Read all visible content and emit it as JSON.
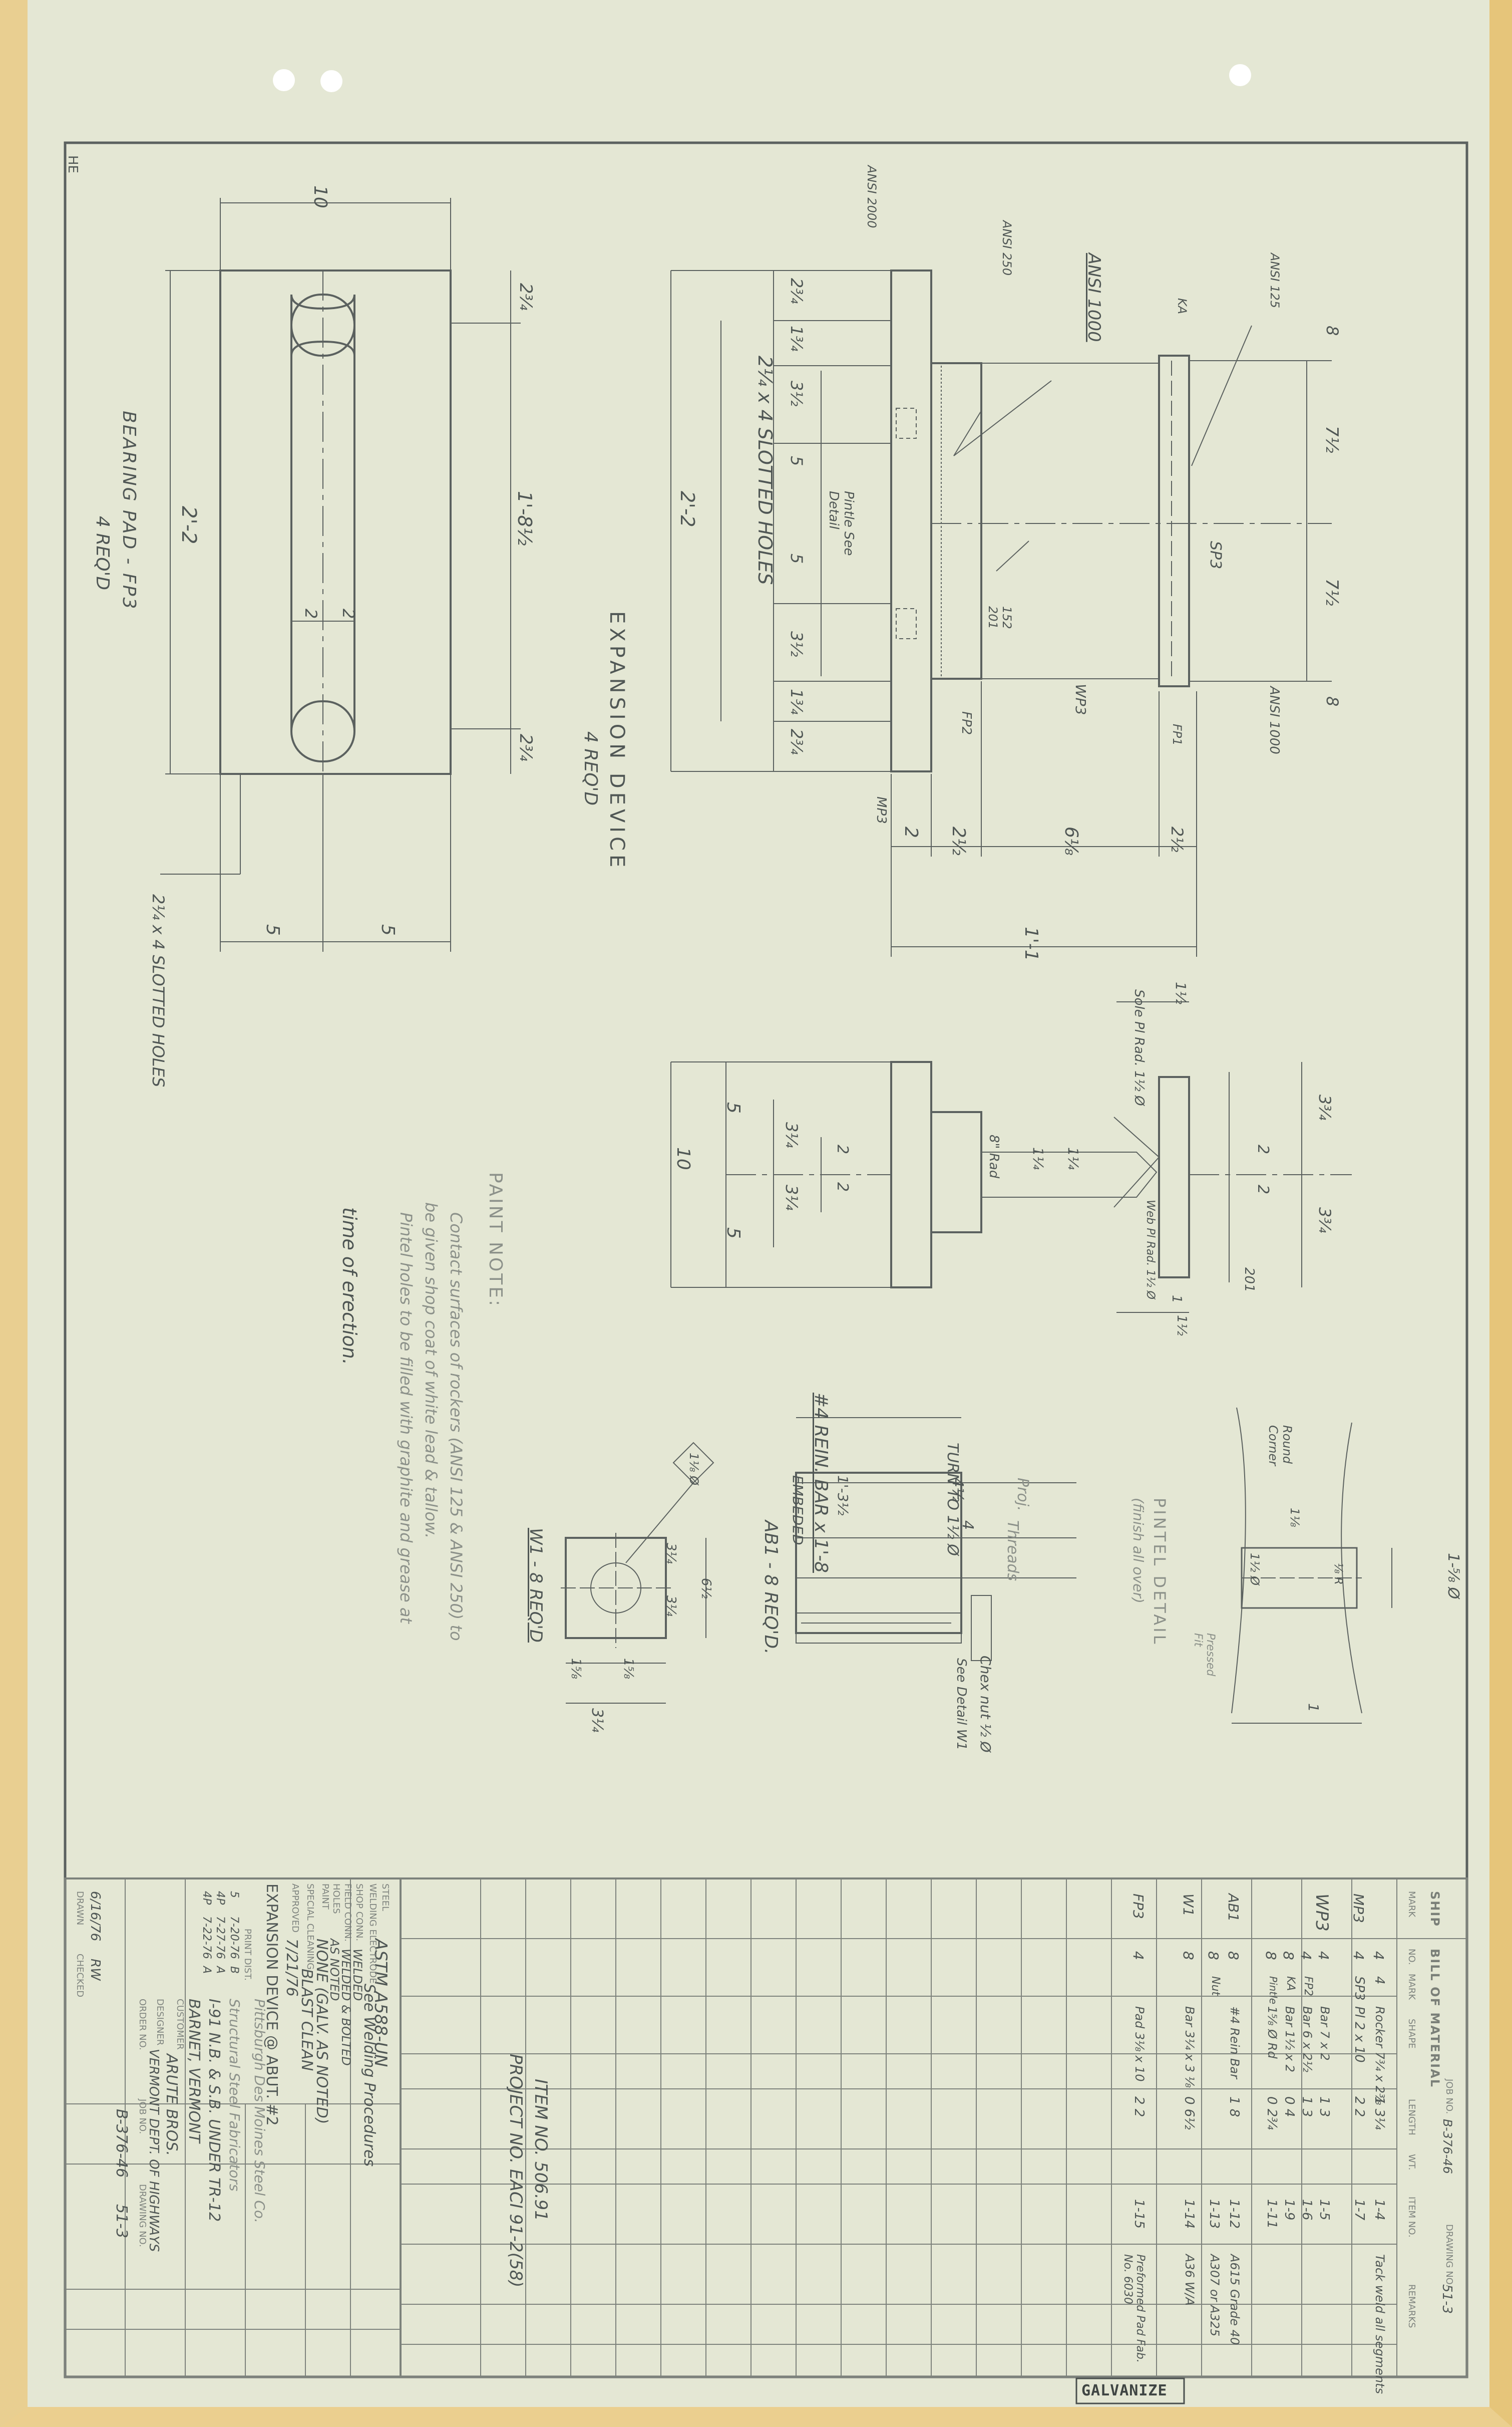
{
  "sheet": {
    "dwg_no": "51-3",
    "job_no": "B-376-46",
    "galvanize_stamp": "GALVANIZE",
    "corner_mark": "HE"
  },
  "bearing_pad": {
    "title": "BEARING PAD - FP3",
    "qty": "4 REQ'D",
    "dim_width": "10",
    "dim_length": "2'-2",
    "dim_inner": "1'-8½",
    "dim_end_top": "2¾",
    "dim_end_bottom": "2¾",
    "dim_slot_a": "2",
    "dim_slot_b": "2",
    "dim_half_a": "5",
    "dim_half_b": "5",
    "slot_note": "2¼ x 4 SLOTTED HOLES"
  },
  "expansion_device": {
    "title": "EXPANSION DEVICE",
    "qty": "4 REQ'D",
    "slot_note": "2¼ x 4 SLOTTED HOLES",
    "overall": "2'-2",
    "dims": [
      "2¾",
      "1¾",
      "3½",
      "5",
      "5",
      "3½",
      "1¾",
      "2¾"
    ],
    "pintle_note": "Pintle See Detail",
    "labels": {
      "ansi2000": "ANSI 2000",
      "ansi250": "ANSI 250",
      "ansi1000_a": "ANSI 1000",
      "ansi125": "ANSI 125",
      "ansi1000_b": "ANSI 1000",
      "ka": "KA",
      "fp1": "FP1",
      "fp2": "FP2",
      "wp3": "WP3",
      "mp3": "MP3",
      "sp3": "SP3",
      "weld": "152 201"
    },
    "right_dims": [
      "8",
      "7½",
      "7½",
      "8"
    ],
    "bottom_dims": [
      "2",
      "2½",
      "6⅛",
      "2½"
    ],
    "total": "1'-1"
  },
  "section_view": {
    "dims_left": [
      "5",
      "5"
    ],
    "overall": "10",
    "inner": [
      "3¼",
      "3¼"
    ],
    "center": [
      "2",
      "2"
    ],
    "pintle": [
      "1¼",
      "1¼"
    ],
    "radius": "8\" Rad",
    "sole_note": "Sole Pl Rad. 1½ Ø",
    "web_note": "Web Pl Rad. 1½ Ø",
    "top_dim": "1½",
    "right": [
      "3¾",
      "3¾"
    ],
    "right_inner": [
      "2",
      "2"
    ],
    "bot": [
      "1",
      "1½"
    ],
    "weld": "201"
  },
  "paint_note": {
    "title": "PAINT NOTE:",
    "lines": [
      "Contact surfaces of rockers (ANSI 125 & ANSI 250) to",
      "be given shop coat of white lead & tallow.",
      "Pintel holes to be filled with graphite and grease at",
      "time of erection."
    ]
  },
  "anchor_bolt": {
    "title": "#4 REIN. BAR x 1'-8",
    "turn": "TURN TO 1½ Ø",
    "embedded_label": "EMBEDED",
    "embedded": "1'-3½",
    "proj_val": "4½",
    "proj_label": "Proj.",
    "threads_val": "4",
    "threads_label": "Threads",
    "qty": "AB1 - 8 REQ'D.",
    "nut": "Chex nut ½ Ø",
    "see": "See Detail W1"
  },
  "washer": {
    "mark": "W1 - 8 REQ'D",
    "hole": "1⅛ Ø",
    "dims": [
      "3¼",
      "6½",
      "3¼",
      "1⅝",
      "1⅝",
      "3¼"
    ]
  },
  "pintel": {
    "title": "PINTEL DETAIL",
    "sub": "(finish all over)",
    "dia": "1-⅝ Ø",
    "round": "Round Corner",
    "r": "⅛ R",
    "d1": "1⅛",
    "d2": "1½ Ø",
    "fit": "Pressed Fit",
    "len": "1"
  },
  "bom": {
    "title": "BILL OF MATERIAL",
    "headers": [
      "SHIP",
      "MARK",
      "NO.",
      "MARK",
      "SHAPE",
      "LENGTH",
      "WT.",
      "ITEM NO.",
      "REMARKS"
    ],
    "rows": [
      {
        "mark": "",
        "no": "4",
        "sub": "4",
        "shape": "Rocker 7¾ x 2⅜",
        "length": "1 3¼",
        "item": "1-4",
        "remarks": "Tack weld all segments"
      },
      {
        "mark": "MP3",
        "no": "4",
        "sub": "SP3",
        "shape": "Pl 2 x 10",
        "length": "2 2",
        "item": "1-7",
        "remarks": ""
      },
      {
        "mark": "WP3",
        "no": "4",
        "sub": "",
        "shape": "Bar 7 x 2",
        "length": "1 3",
        "item": "1-5",
        "remarks": ""
      },
      {
        "mark": "",
        "no": "4",
        "sub": "FP2",
        "shape": "Bar 6 x 2½",
        "length": "1 3",
        "item": "1-6",
        "remarks": ""
      },
      {
        "mark": "",
        "no": "8",
        "sub": "KA",
        "shape": "Bar 1½ x 2",
        "length": "0 4",
        "item": "1-9",
        "remarks": ""
      },
      {
        "mark": "",
        "no": "8",
        "sub": "Pintle",
        "shape": "1⅝ Ø Rd",
        "length": "0 2¾",
        "item": "1-11",
        "remarks": ""
      },
      {
        "mark": "AB1",
        "no": "8",
        "sub": "",
        "shape": "#4 Rein Bar",
        "length": "1 8",
        "item": "1-12",
        "remarks": "A615 Grade 40"
      },
      {
        "mark": "",
        "no": "8",
        "sub": "Nut",
        "shape": "",
        "length": "",
        "item": "1-13",
        "remarks": "A307 or A325"
      },
      {
        "mark": "W1",
        "no": "8",
        "sub": "",
        "shape": "Bar 3¼ x 3 ⅛",
        "length": "0 6½",
        "item": "1-14",
        "remarks": "A36 W/A"
      },
      {
        "mark": "FP3",
        "no": "4",
        "sub": "",
        "shape": "Pad 3⅛ x 10",
        "length": "2 2",
        "item": "1-15",
        "remarks": "Preformed Pad Fab. No. 6030"
      }
    ],
    "item_no": "ITEM NO. 506.91",
    "project_no": "PROJECT NO. EACI 91-2(58)"
  },
  "spec": {
    "steel_label": "STEEL",
    "steel": "ASTM A588-UN",
    "welding_label": "WELDING ELECTRODE",
    "welding": "See Welding Procedures",
    "shop_label": "SHOP CONN.",
    "shop": "WELDED",
    "field_label": "FIELD CONN.",
    "field": "WELDED & BOLTED",
    "holes_label": "HOLES",
    "holes": "AS NOTED",
    "paint_label": "PAINT",
    "paint": "NONE (GALV. AS NOTED)",
    "clean_label": "SPECIAL CLEANING",
    "clean": "BLAST CLEAN",
    "approved_label": "APPROVED",
    "approved": "7/21/76"
  },
  "title_block": {
    "print_dist": "PRINT DIST.",
    "revisions": [
      [
        "5",
        "7-20-76",
        "B"
      ],
      [
        "4P",
        "7-27-76",
        "A"
      ],
      [
        "4P",
        "7-22-76",
        "A"
      ]
    ],
    "title": "EXPANSION DEVICE @ ABUT. #2",
    "company": "Pittsburgh Des Moines Steel Co.",
    "company_addr": "Structural Steel Fabricators",
    "job": "I-91 N.B. & S.B. UNDER TR-12",
    "location": "BARNET, VERMONT",
    "customer_label": "CUSTOMER",
    "customer": "ARUTE BROS.",
    "designer_label": "DESIGNER",
    "designer": "VERMONT DEPT. OF HIGHWAYS",
    "order_label": "ORDER NO.",
    "job_no_label": "JOB NO.",
    "job_no": "B-376-46",
    "drawing_label": "DRAWING NO.",
    "drawing": "51-3",
    "drawn_label": "DRAWN",
    "drawn": "6/16/76",
    "checked_label": "CHECKED",
    "checked": "RW"
  }
}
